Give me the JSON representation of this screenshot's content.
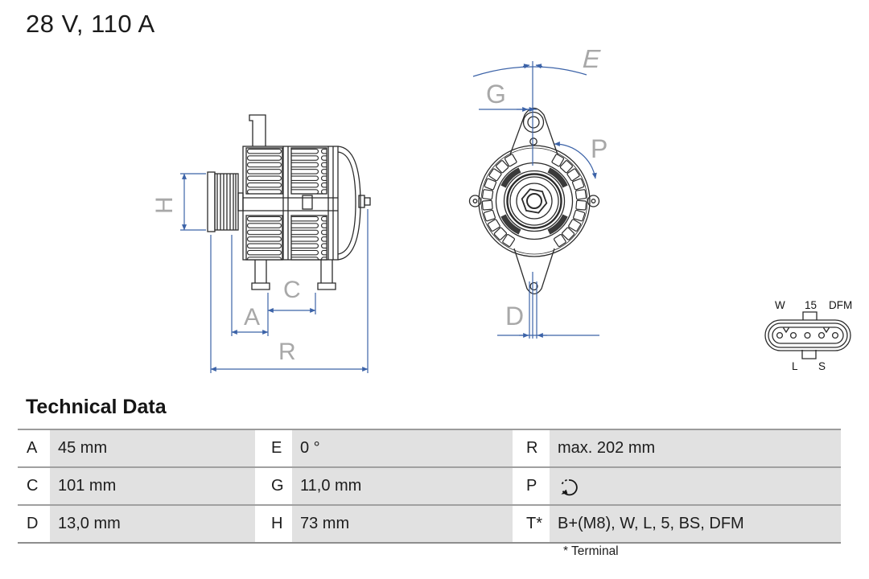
{
  "page": {
    "title": "28 V, 110 A"
  },
  "drawing": {
    "dimension_labels": {
      "H": "H",
      "A": "A",
      "C": "C",
      "R": "R",
      "E": "E",
      "G": "G",
      "P": "P",
      "D": "D"
    },
    "connector_labels": {
      "top": [
        "W",
        "15",
        "DFM"
      ],
      "bottom": [
        "L",
        "S"
      ]
    }
  },
  "technical_data": {
    "heading": "Technical Data",
    "footnote": "* Terminal",
    "rows": [
      {
        "cells": [
          {
            "key": "A",
            "value": "45 mm"
          },
          {
            "key": "E",
            "value": "0 °"
          },
          {
            "key": "R",
            "value": "max. 202 mm"
          }
        ]
      },
      {
        "cells": [
          {
            "key": "C",
            "value": "101 mm"
          },
          {
            "key": "G",
            "value": "11,0 mm"
          },
          {
            "key": "P",
            "value": "",
            "value_icon": "rotation-direction-icon"
          }
        ]
      },
      {
        "cells": [
          {
            "key": "D",
            "value": "13,0 mm"
          },
          {
            "key": "H",
            "value": "73 mm"
          },
          {
            "key": "T*",
            "value": "B+(M8), W, L, 5, BS, DFM"
          }
        ]
      }
    ]
  },
  "colors": {
    "dimension_blue": "#3c63a8",
    "dim_label_gray": "#a8a8a8",
    "drawing_line": "#2b2b2b",
    "table_value_bg": "#e1e1e1",
    "table_border": "#9c9c9c",
    "text_dark": "#1d1d1d"
  }
}
